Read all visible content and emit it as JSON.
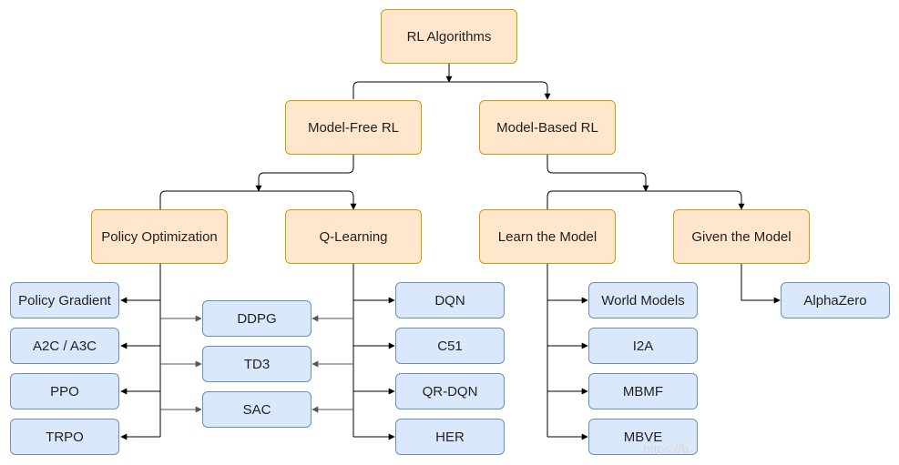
{
  "root": "RL Algorithms",
  "model_free": "Model-Free RL",
  "model_based": "Model-Based RL",
  "policy_optimization": "Policy Optimization",
  "q_learning": "Q-Learning",
  "learn_model": "Learn the Model",
  "given_model": "Given the Model",
  "policy_opt_items": [
    "Policy Gradient",
    "A2C / A3C",
    "PPO",
    "TRPO"
  ],
  "hybrid_items": [
    "DDPG",
    "TD3",
    "SAC"
  ],
  "q_learning_items": [
    "DQN",
    "C51",
    "QR-DQN",
    "HER"
  ],
  "learn_model_items": [
    "World Models",
    "I2A",
    "MBMF",
    "MBVE"
  ],
  "given_model_items": [
    "AlphaZero"
  ],
  "watermark": "https://b",
  "colors": {
    "category_fill": "#ffe6cc",
    "category_border": "#d79b00",
    "algorithm_fill": "#dae8fc",
    "algorithm_border": "#6c8ebf"
  }
}
